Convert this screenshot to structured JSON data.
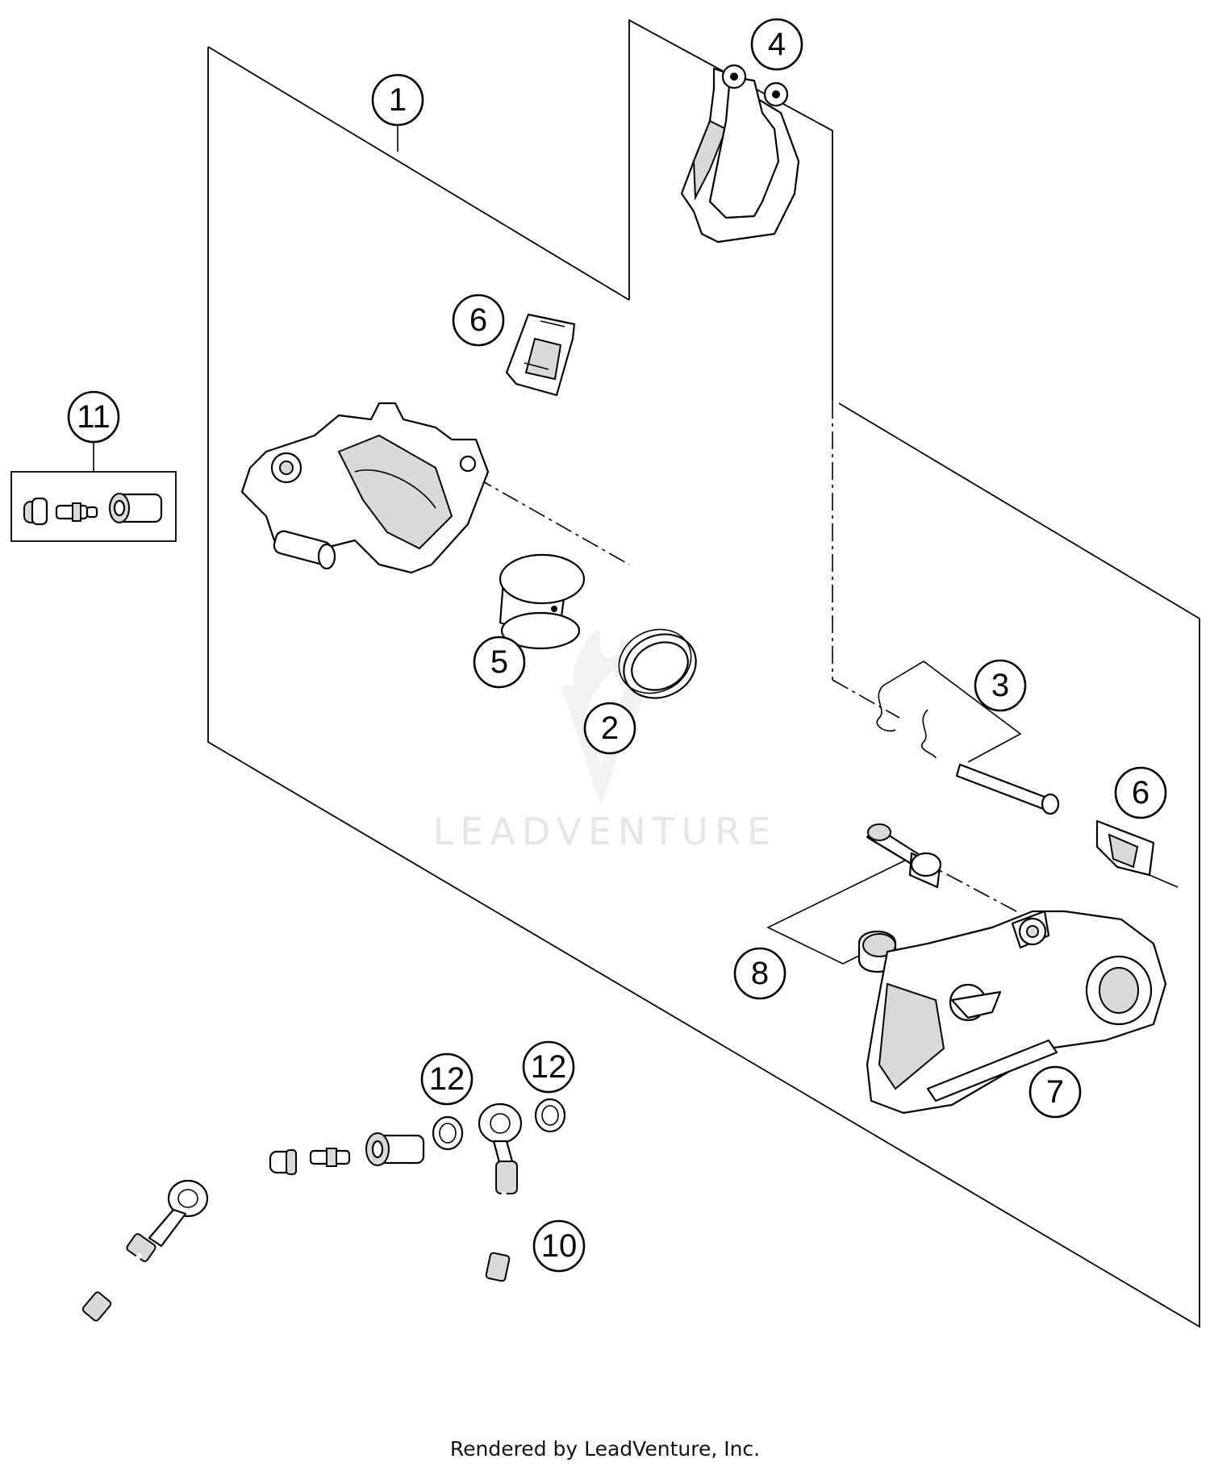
{
  "callouts": [
    {
      "label": "1"
    },
    {
      "label": "2"
    },
    {
      "label": "3"
    },
    {
      "label": "4"
    },
    {
      "label": "5"
    },
    {
      "label": "6"
    },
    {
      "label": "6"
    },
    {
      "label": "7"
    },
    {
      "label": "8"
    },
    {
      "label": "10"
    },
    {
      "label": "11"
    },
    {
      "label": "12"
    },
    {
      "label": "12"
    }
  ],
  "watermark": "LEADVENTURE",
  "credit": "Rendered by LeadVenture, Inc."
}
